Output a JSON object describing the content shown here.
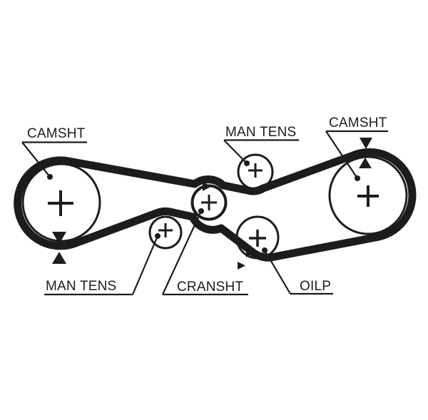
{
  "diagram": {
    "labels": {
      "camshaft_left": "CAMSHT",
      "tensioner_top": "MAN TENS",
      "camshaft_right": "CAMSHT",
      "tensioner_bottom": "MAN TENS",
      "crankshaft": "CRANSHT",
      "oil_pump": "OILP"
    },
    "colors": {
      "ink": "#1c1c1c",
      "background": "#ffffff"
    },
    "icons": {
      "rotation_center_marker": "plus",
      "direction_arrow": "filled-triangle",
      "leader_terminator": "dot"
    }
  }
}
